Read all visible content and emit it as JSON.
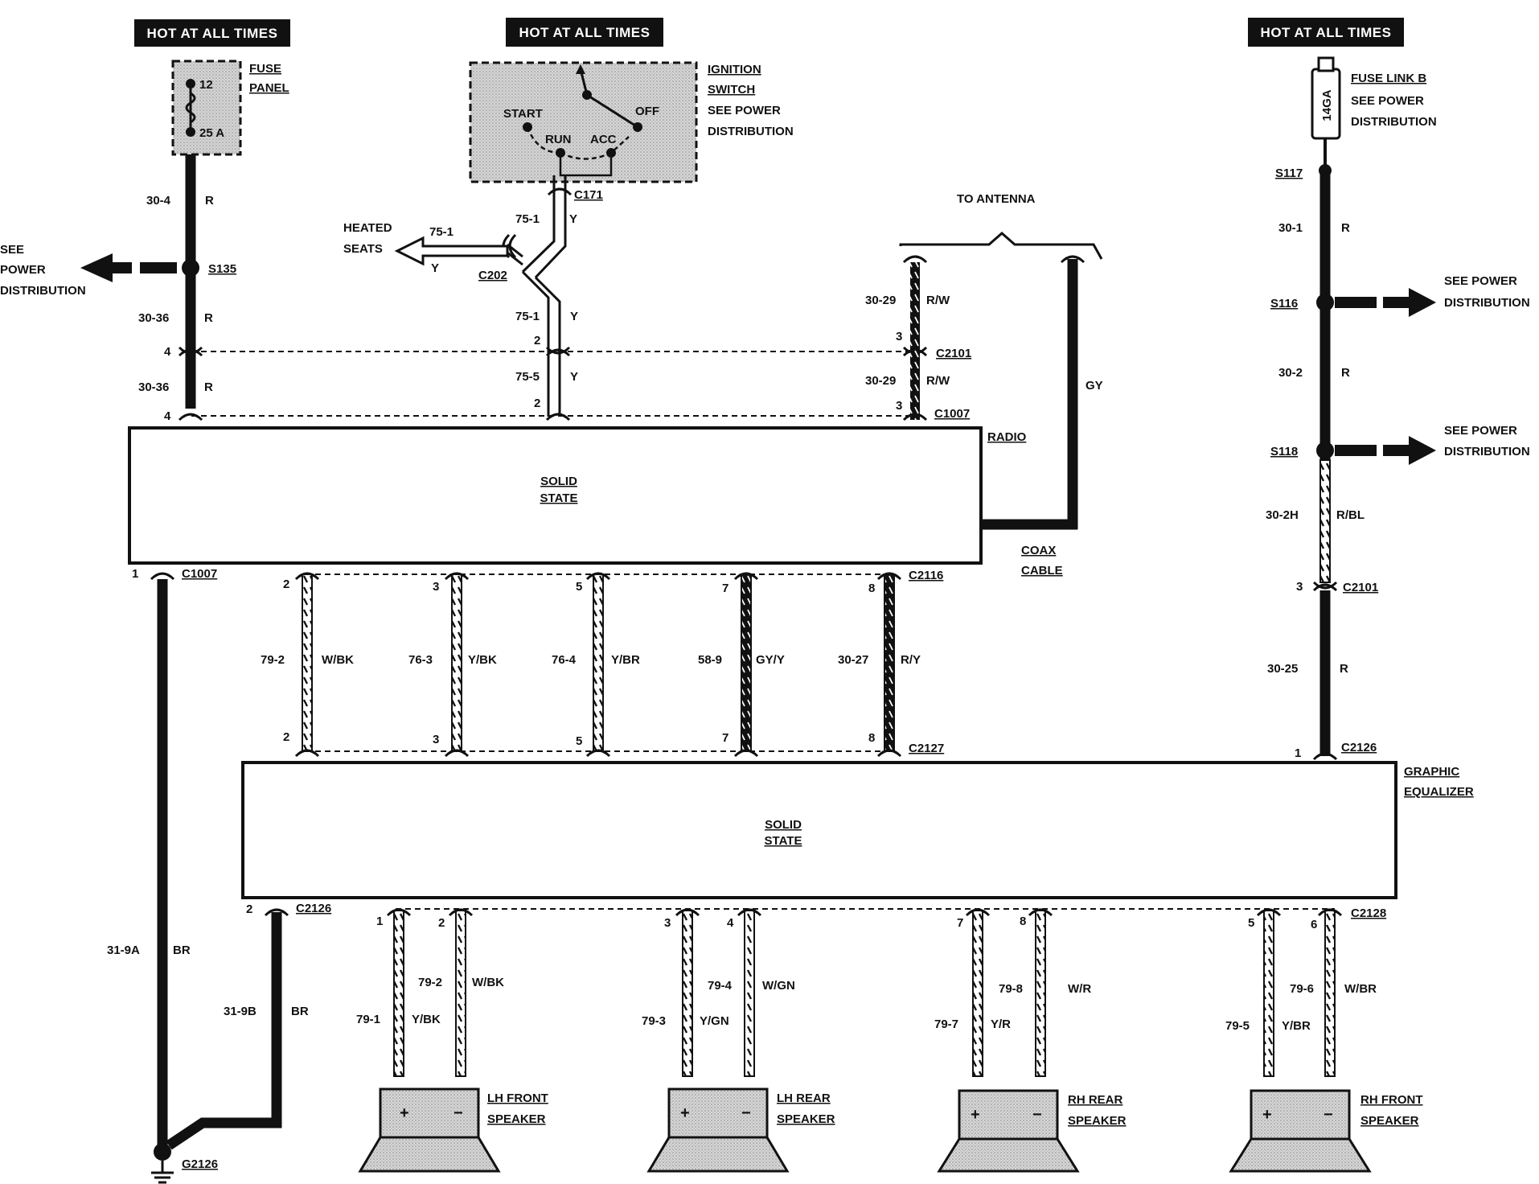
{
  "hot_labels": [
    "HOT AT ALL TIMES",
    "HOT AT ALL TIMES",
    "HOT AT ALL TIMES"
  ],
  "fuse_panel": {
    "title1": "FUSE",
    "title2": "PANEL",
    "pin": "12",
    "rating": "25 A"
  },
  "ignition": {
    "l1": "IGNITION",
    "l2": "SWITCH",
    "l3": "SEE POWER",
    "l4": "DISTRIBUTION",
    "start": "START",
    "run": "RUN",
    "acc": "ACC",
    "off": "OFF"
  },
  "fuse_link": {
    "l1": "FUSE LINK B",
    "l2": "SEE POWER",
    "l3": "DISTRIBUTION",
    "gauge": "14GA"
  },
  "see_power_left": {
    "l1": "SEE",
    "l2": "POWER",
    "l3": "DISTRIBUTION"
  },
  "see_power_r1": {
    "l1": "SEE POWER",
    "l2": "DISTRIBUTION"
  },
  "see_power_r2": {
    "l1": "SEE POWER",
    "l2": "DISTRIBUTION"
  },
  "heated": {
    "l1": "HEATED",
    "l2": "SEATS"
  },
  "antenna": "TO ANTENNA",
  "coax": {
    "l1": "COAX",
    "l2": "CABLE"
  },
  "radio": {
    "name": "RADIO",
    "l1": "SOLID",
    "l2": "STATE"
  },
  "equalizer": {
    "n1": "GRAPHIC",
    "n2": "EQUALIZER",
    "l1": "SOLID",
    "l2": "STATE"
  },
  "splices": {
    "s135": "S135",
    "s117": "S117",
    "s116": "S116",
    "s118": "S118"
  },
  "connectors": {
    "c171": "C171",
    "c202": "C202",
    "c2101a": "C2101",
    "c1007a": "C1007",
    "c1007b": "C1007",
    "c2116": "C2116",
    "c2127": "C2127",
    "c2126a": "C2126",
    "c2101b": "C2101",
    "c2126b": "C2126",
    "c2128": "C2128",
    "g2126": "G2126"
  },
  "wires": {
    "w30_4": "30-4",
    "r1": "R",
    "w30_36a": "30-36",
    "r2": "R",
    "w30_36b": "30-36",
    "r3": "R",
    "w75_1a": "75-1",
    "y1": "Y",
    "w75_1b": "75-1",
    "y2": "Y",
    "w75_1c": "75-1",
    "y3": "Y",
    "w75_5": "75-5",
    "y4": "Y",
    "w30_29a": "30-29",
    "rw1": "R/W",
    "w30_29b": "30-29",
    "rw2": "R/W",
    "gy": "GY",
    "w30_1": "30-1",
    "r4": "R",
    "w30_2": "30-2",
    "r5": "R",
    "w30_2h": "30-2H",
    "rbl": "R/BL",
    "w30_25": "30-25",
    "r6": "R",
    "w79_2a": "79-2",
    "wbk1": "W/BK",
    "w76_3": "76-3",
    "ybk1": "Y/BK",
    "w76_4": "76-4",
    "ybr1": "Y/BR",
    "w58_9": "58-9",
    "gyy": "GY/Y",
    "w30_27": "30-27",
    "ry": "R/Y",
    "w31_9a": "31-9A",
    "br1": "BR",
    "w31_9b": "31-9B",
    "br2": "BR",
    "w79_1": "79-1",
    "ybk2": "Y/BK",
    "w79_2b": "79-2",
    "wbk2": "W/BK",
    "w79_3": "79-3",
    "ygn": "Y/GN",
    "w79_4": "79-4",
    "wgn": "W/GN",
    "w79_7": "79-7",
    "yr": "Y/R",
    "w79_8": "79-8",
    "wr": "W/R",
    "w79_5": "79-5",
    "ybr2": "Y/BR",
    "w79_6": "79-6",
    "wbr": "W/BR"
  },
  "pins": {
    "p4a": "4",
    "p4b": "4",
    "p2a": "2",
    "p2b": "2",
    "p3a": "3",
    "p3b": "3",
    "p1a": "1",
    "r2": "2",
    "r3": "3",
    "r5": "5",
    "r7": "7",
    "r8": "8",
    "e2": "2",
    "e3": "3",
    "e5": "5",
    "e7": "7",
    "e8": "8",
    "e1": "1",
    "c3": "3",
    "g2": "2",
    "s1": "1",
    "s2": "2",
    "s3": "3",
    "s4": "4",
    "s7": "7",
    "s8": "8",
    "s5": "5",
    "s6": "6"
  },
  "speakers": {
    "lhf": {
      "l1": "LH FRONT",
      "l2": "SPEAKER"
    },
    "lhr": {
      "l1": "LH REAR",
      "l2": "SPEAKER"
    },
    "rhr": {
      "l1": "RH REAR",
      "l2": "SPEAKER"
    },
    "rhf": {
      "l1": "RH FRONT",
      "l2": "SPEAKER"
    }
  },
  "polarity": {
    "plus": "+",
    "minus": "−"
  }
}
